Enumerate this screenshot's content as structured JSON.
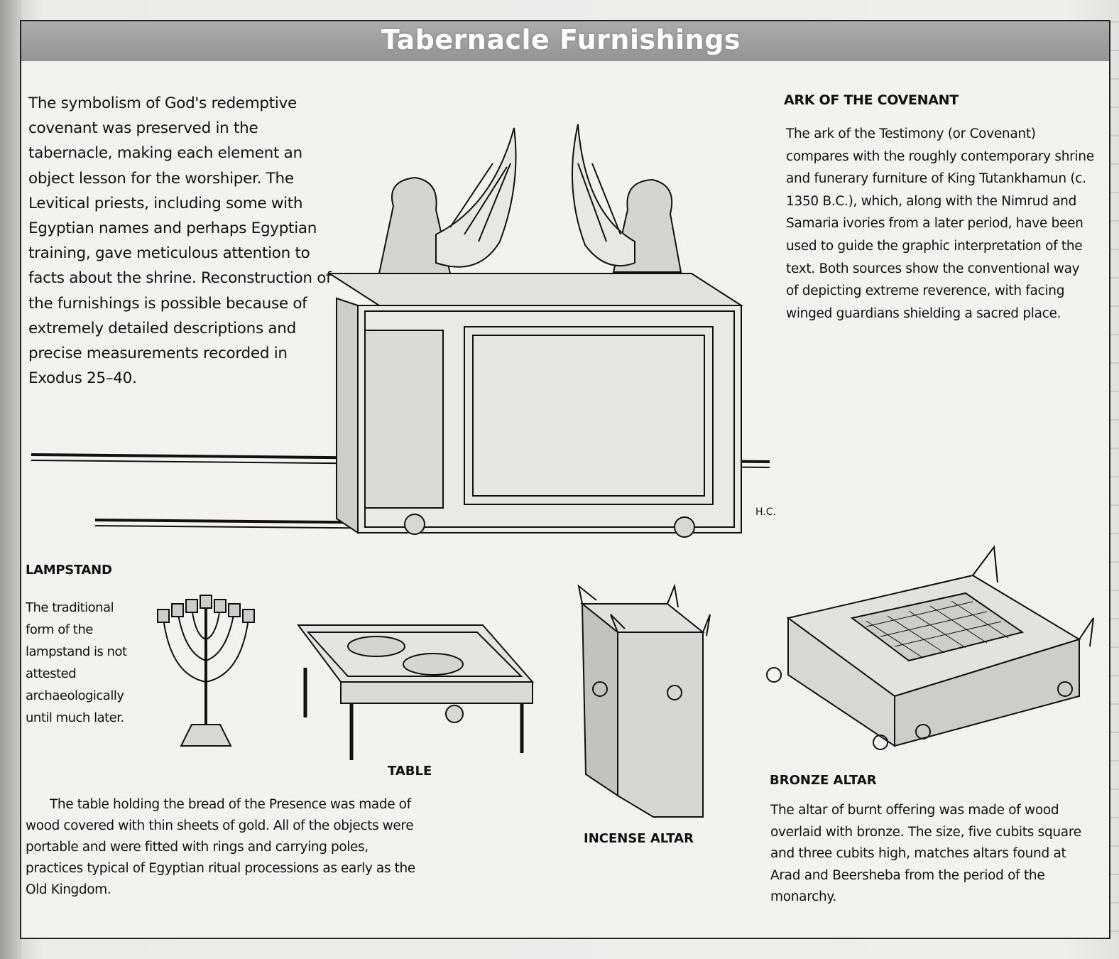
{
  "title": "Tabernacle Furnishings",
  "intro": "The symbolism of God's redemptive covenant was preserved in the tabernacle, making each element an object lesson for the worshiper. The Levitical priests, including some with Egyptian names and perhaps Egyptian training, gave meticulous attention to facts about the shrine. Reconstruction of the furnishings is possible because of extremely detailed descriptions and precise measurements recorded in Exodus 25–40.",
  "ark": {
    "title": "ARK OF THE COVENANT",
    "text": "The ark of the Testimony (or Covenant) compares with the roughly contemporary shrine and funerary furniture of King Tutankhamun (c. 1350 B.C.), which, along with the Nimrud and Samaria ivories from a later period, have been used to guide the graphic interpretation of the text. Both sources show the conventional way of depicting extreme reverence, with facing winged guardians shielding a sacred place."
  },
  "lampstand": {
    "title": "LAMPSTAND",
    "text": "The traditional form of the lampstand is not attested archaeologically until much later."
  },
  "table": {
    "title": "TABLE",
    "text": "The table holding the bread of the Presence was made of wood covered with thin sheets of gold. All of the objects were portable and were fitted with rings and carrying poles, practices typical of Egyptian ritual processions as early as the Old Kingdom."
  },
  "incense_altar": {
    "title": "INCENSE ALTAR"
  },
  "bronze_altar": {
    "title": "BRONZE ALTAR",
    "text": "The altar of burnt offering was made of wood overlaid with bronze. The size, five cubits square and three cubits high, matches altars found at Arad and Beersheba from the period of the monarchy."
  },
  "artist_initials": "H.C.",
  "colors": {
    "banner": "#a3a19f",
    "title_text": "#ffffff",
    "ink": "#111111",
    "panel": "#f3f2ef"
  }
}
